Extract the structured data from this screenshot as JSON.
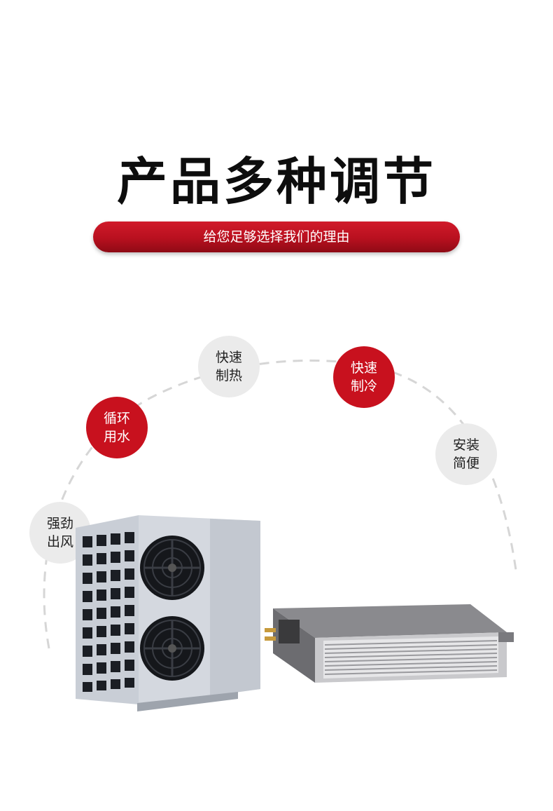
{
  "header": {
    "title": "产品多种调节",
    "subtitle": "给您足够选择我们的理由"
  },
  "features": [
    {
      "line1": "强劲",
      "line2": "出风",
      "style": "gray"
    },
    {
      "line1": "循环",
      "line2": "用水",
      "style": "red"
    },
    {
      "line1": "快速",
      "line2": "制热",
      "style": "gray"
    },
    {
      "line1": "快速",
      "line2": "制冷",
      "style": "red"
    },
    {
      "line1": "安装",
      "line2": "简便",
      "style": "gray"
    }
  ],
  "colors": {
    "accent_red": "#c8111e",
    "bubble_gray": "#ebebeb",
    "title_black": "#0d0d0d"
  },
  "images": {
    "outdoor_unit": "heat-pump-outdoor-unit",
    "indoor_unit": "ducted-indoor-unit"
  }
}
